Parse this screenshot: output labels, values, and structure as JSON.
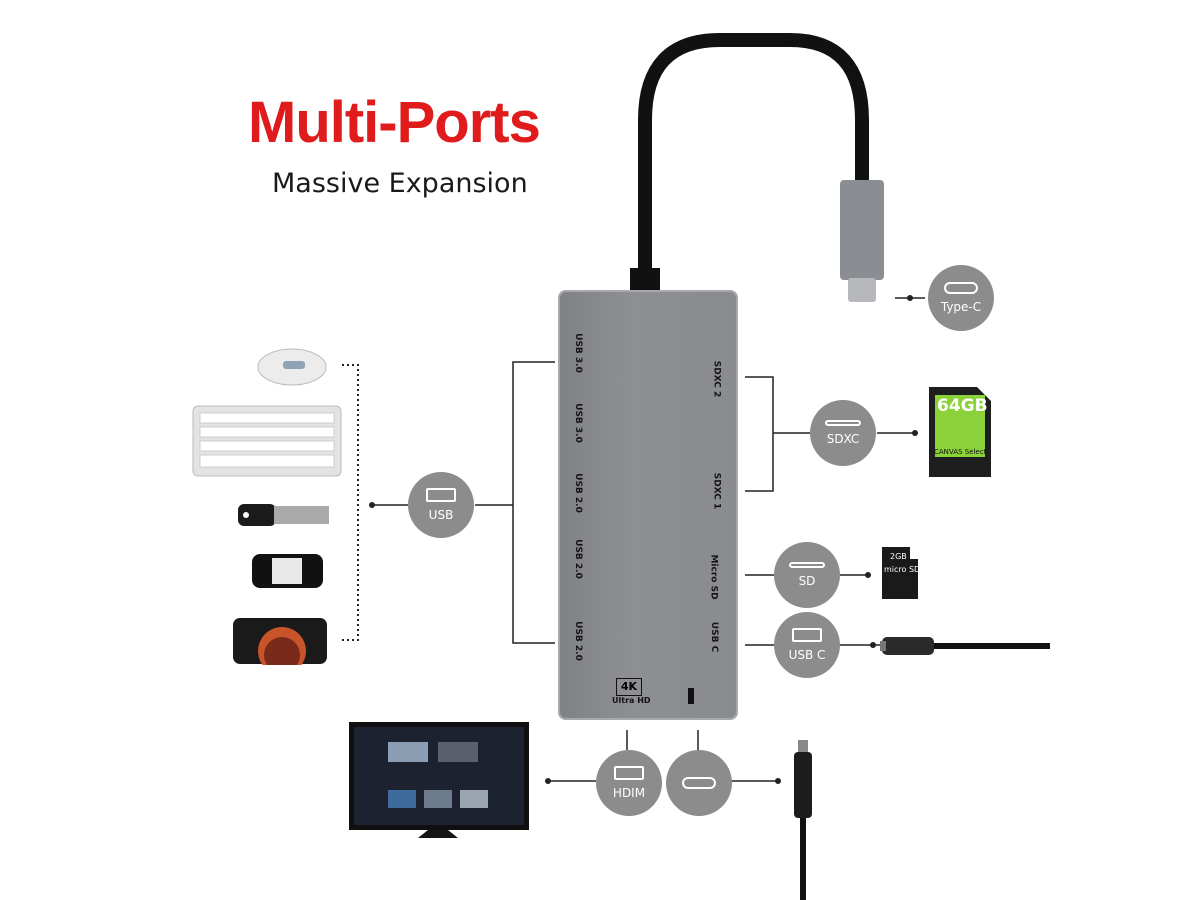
{
  "title": "Multi-Ports",
  "subtitle": "Massive Expansion",
  "hub": {
    "left_ports": [
      "USB 3.0",
      "USB 3.0",
      "USB 2.0",
      "USB 2.0",
      "USB 2.0"
    ],
    "right_ports": [
      "SDXC 2",
      "SDXC 1",
      "Micro SD",
      "USB C"
    ],
    "bottom_ports": [
      "4K",
      "Ultra HD"
    ]
  },
  "badges": {
    "typec": "Type-C",
    "sdxc": "SDXC",
    "usb": "USB",
    "sd": "SD",
    "usbc": "USB C",
    "hdmi": "HDIM"
  },
  "sd_card": {
    "capacity": "64GB",
    "brand": "CANVAS Select"
  },
  "micro_sd": {
    "capacity": "2GB",
    "brand": "micro SD"
  },
  "colors": {
    "title": "#e01b1b",
    "badge": "#8c8c8c",
    "hub": "#86888c"
  }
}
